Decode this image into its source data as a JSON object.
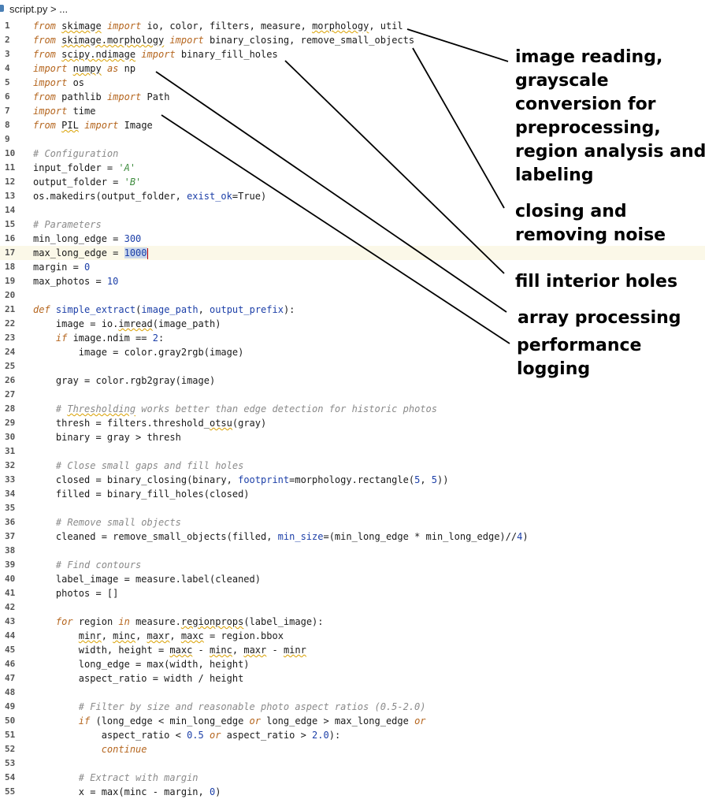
{
  "tab": {
    "label": "script.py > ..."
  },
  "annotations": [
    "image reading,\ngrayscale\nconversion for\npreprocessing,\nregion analysis and\nlabeling",
    "closing and\nremoving noise",
    "fill interior holes",
    "array processing",
    "performance\nlogging"
  ],
  "lines": [
    {
      "n": "1",
      "html": "<span class=\"kw\">from</span> <span class=\"sq\">skimage</span> <span class=\"kw\">import</span> io, color, filters, measure, <span class=\"sq\">morphology</span>, util"
    },
    {
      "n": "2",
      "html": "<span class=\"kw\">from</span> <span class=\"sq\">skimage.morphology</span> <span class=\"kw\">import</span> binary_closing, remove_small_objects"
    },
    {
      "n": "3",
      "html": "<span class=\"kw\">from</span> <span class=\"sq\">scipy.ndimage</span> <span class=\"kw\">import</span> binary_fill_holes"
    },
    {
      "n": "4",
      "html": "<span class=\"kw\">import</span> <span class=\"sq\">numpy</span> <span class=\"kw\">as</span> np"
    },
    {
      "n": "5",
      "html": "<span class=\"kw\">import</span> os"
    },
    {
      "n": "6",
      "html": "<span class=\"kw\">from</span> pathlib <span class=\"kw\">import</span> Path"
    },
    {
      "n": "7",
      "html": "<span class=\"kw\">import</span> time"
    },
    {
      "n": "8",
      "html": "<span class=\"kw\">from</span> <span class=\"sq\">PIL</span> <span class=\"kw\">import</span> Image"
    },
    {
      "n": "9",
      "html": ""
    },
    {
      "n": "10",
      "html": "<span class=\"cm\"># Configuration</span>"
    },
    {
      "n": "11",
      "html": "input_folder = <span class=\"str\">'A'</span>"
    },
    {
      "n": "12",
      "html": "output_folder = <span class=\"str\">'B'</span>"
    },
    {
      "n": "13",
      "html": "os.makedirs(output_folder, <span class=\"fn\">exist_ok</span>=True)"
    },
    {
      "n": "14",
      "html": ""
    },
    {
      "n": "15",
      "html": "<span class=\"cm\"># Parameters</span>"
    },
    {
      "n": "16",
      "html": "min_long_edge = <span class=\"num\">300</span>"
    },
    {
      "n": "17",
      "cur": true,
      "html": "max_long_edge = <span class=\"num sel\">1000</span><span class=\"caret\"></span>"
    },
    {
      "n": "18",
      "html": "margin = <span class=\"num\">0</span>"
    },
    {
      "n": "19",
      "html": "max_photos = <span class=\"num\">10</span>"
    },
    {
      "n": "20",
      "html": ""
    },
    {
      "n": "21",
      "html": "<span class=\"kw\">def</span> <span class=\"fn\">simple_extract</span>(<span class=\"fn\">image_path</span>, <span class=\"fn\">output_prefix</span>):"
    },
    {
      "n": "22",
      "html": "    image = io.<span class=\"sq\">imread</span>(image_path)"
    },
    {
      "n": "23",
      "html": "    <span class=\"kw\">if</span> image.ndim == <span class=\"num\">2</span>:"
    },
    {
      "n": "24",
      "html": "        image = color.gray2rgb(image)"
    },
    {
      "n": "25",
      "html": ""
    },
    {
      "n": "26",
      "html": "    gray = color.rgb2gray(image)"
    },
    {
      "n": "27",
      "html": ""
    },
    {
      "n": "28",
      "html": "    <span class=\"cm\"># <span class=\"sq\">Thresholding</span> works better than edge detection for historic photos</span>"
    },
    {
      "n": "29",
      "html": "    thresh = filters.threshold_<span class=\"sq\">otsu</span>(gray)"
    },
    {
      "n": "30",
      "html": "    binary = gray &gt; thresh"
    },
    {
      "n": "31",
      "html": ""
    },
    {
      "n": "32",
      "html": "    <span class=\"cm\"># Close small gaps and fill holes</span>"
    },
    {
      "n": "33",
      "html": "    closed = binary_closing(binary, <span class=\"fn\">footprint</span>=morphology.rectangle(<span class=\"num\">5</span>, <span class=\"num\">5</span>))"
    },
    {
      "n": "34",
      "html": "    filled = binary_fill_holes(closed)"
    },
    {
      "n": "35",
      "html": ""
    },
    {
      "n": "36",
      "html": "    <span class=\"cm\"># Remove small objects</span>"
    },
    {
      "n": "37",
      "html": "    cleaned = remove_small_objects(filled, <span class=\"fn\">min_size</span>=(min_long_edge * min_long_edge)//<span class=\"num\">4</span>)"
    },
    {
      "n": "38",
      "html": ""
    },
    {
      "n": "39",
      "html": "    <span class=\"cm\"># Find contours</span>"
    },
    {
      "n": "40",
      "html": "    label_image = measure.label(cleaned)"
    },
    {
      "n": "41",
      "html": "    photos = []"
    },
    {
      "n": "42",
      "html": ""
    },
    {
      "n": "43",
      "html": "    <span class=\"kw\">for</span> region <span class=\"kw\">in</span> measure.<span class=\"sq\">regionprops</span>(label_image):"
    },
    {
      "n": "44",
      "html": "        <span class=\"sq\">minr</span>, <span class=\"sq\">minc</span>, <span class=\"sq\">maxr</span>, <span class=\"sq\">maxc</span> = region.bbox"
    },
    {
      "n": "45",
      "html": "        width, height = <span class=\"sq\">maxc</span> - <span class=\"sq\">minc</span>, <span class=\"sq\">maxr</span> - <span class=\"sq\">minr</span>"
    },
    {
      "n": "46",
      "html": "        long_edge = max(width, height)"
    },
    {
      "n": "47",
      "html": "        aspect_ratio = width / height"
    },
    {
      "n": "48",
      "html": ""
    },
    {
      "n": "49",
      "html": "        <span class=\"cm\"># Filter by size and reasonable photo aspect ratios (0.5-2.0)</span>"
    },
    {
      "n": "50",
      "html": "        <span class=\"kw\">if</span> (long_edge &lt; min_long_edge <span class=\"kw\">or</span> long_edge &gt; max_long_edge <span class=\"kw\">or</span>"
    },
    {
      "n": "51",
      "html": "            aspect_ratio &lt; <span class=\"num\">0.5</span> <span class=\"kw\">or</span> aspect_ratio &gt; <span class=\"num\">2.0</span>):"
    },
    {
      "n": "52",
      "html": "            <span class=\"kw\">continue</span>"
    },
    {
      "n": "53",
      "html": ""
    },
    {
      "n": "54",
      "html": "        <span class=\"cm\"># Extract with margin</span>"
    },
    {
      "n": "55",
      "html": "        x = max(minc - margin, <span class=\"num\">0</span>)"
    }
  ]
}
